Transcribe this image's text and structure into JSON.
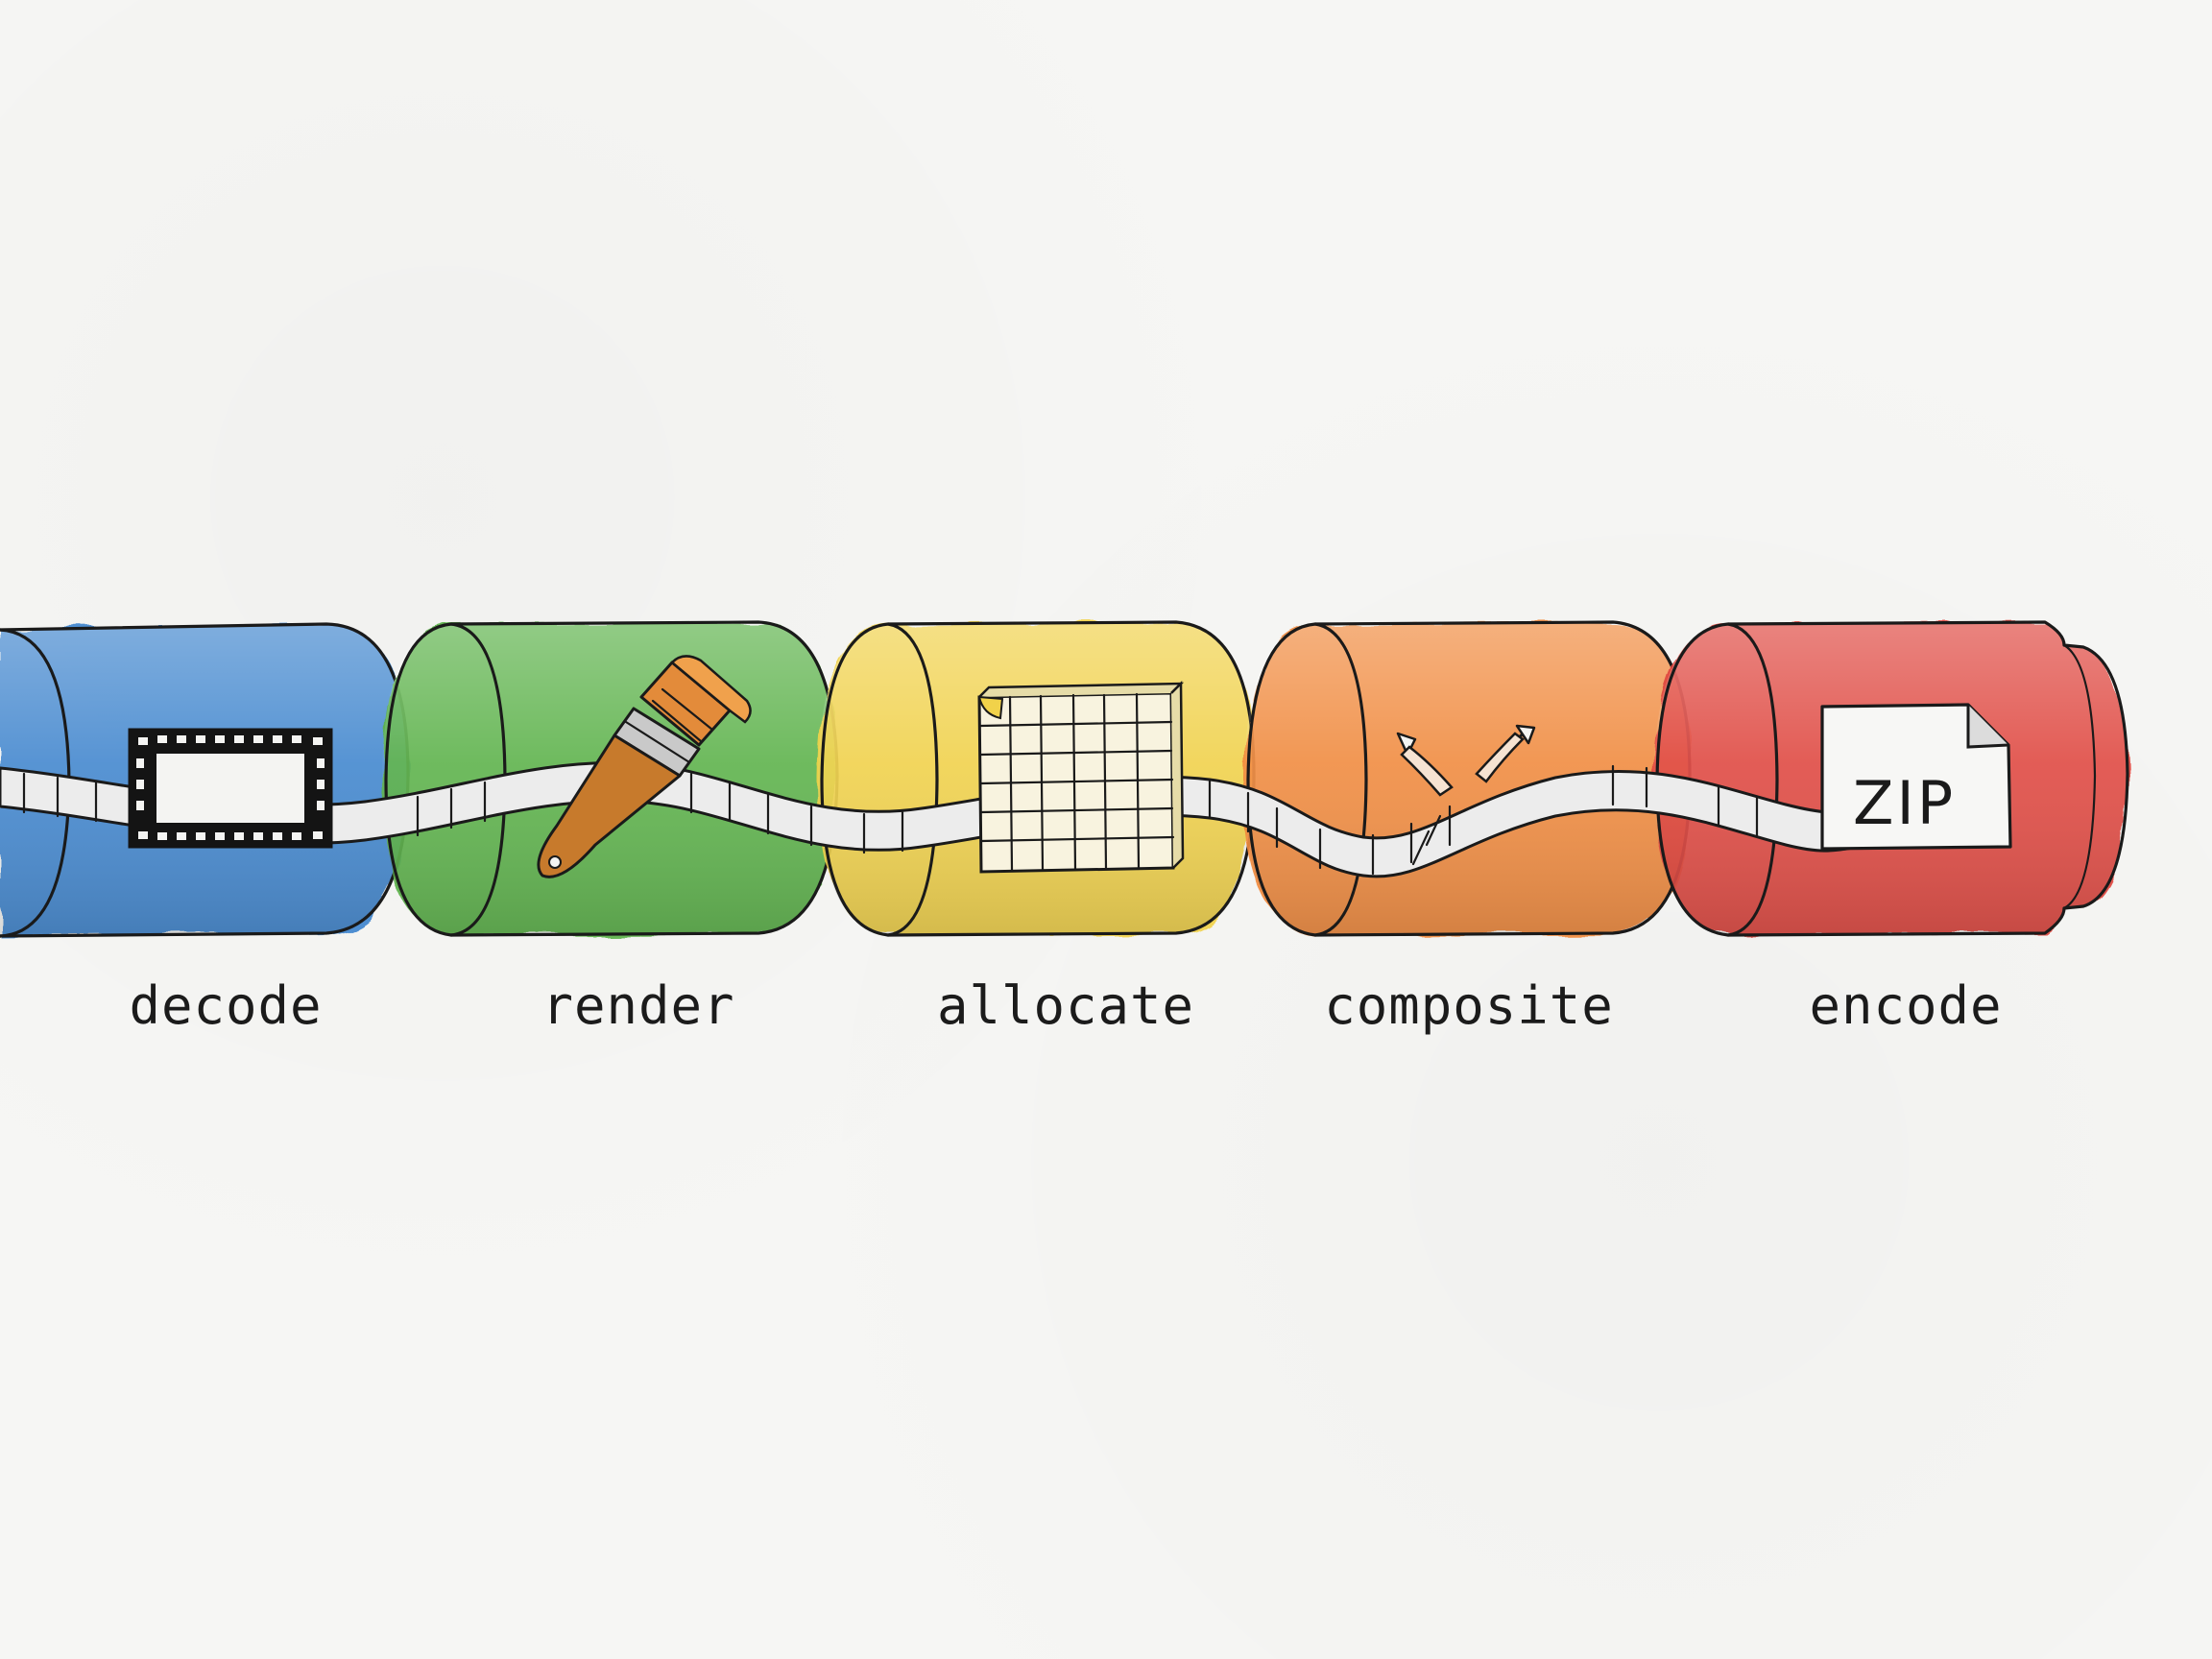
{
  "stages": [
    {
      "label": "decode",
      "color": "#3f86cf",
      "icon": "film-frame-icon"
    },
    {
      "label": "render",
      "color": "#5cb24a",
      "icon": "paintbrush-icon"
    },
    {
      "label": "allocate",
      "color": "#f1d24a",
      "icon": "grid-sheet-icon"
    },
    {
      "label": "composite",
      "color": "#f18a3d",
      "icon": "merge-arrows-icon"
    },
    {
      "label": "encode",
      "color": "#e0463f",
      "icon": "zip-file-icon"
    }
  ],
  "zip_label": "ZIP",
  "film_strip_color": "#ececec"
}
